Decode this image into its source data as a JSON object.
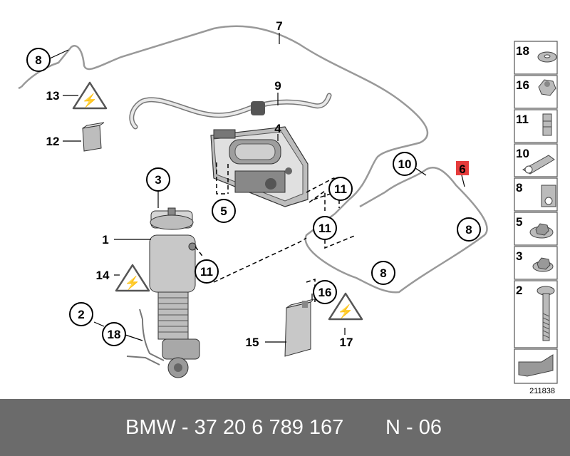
{
  "labels": {
    "l1": "1",
    "l2": "2",
    "l3": "3",
    "l4": "4",
    "l5": "5",
    "l6": "6",
    "l7": "7",
    "l8a": "8",
    "l8b": "8",
    "l8c": "8",
    "l9": "9",
    "l10": "10",
    "l11a": "11",
    "l11b": "11",
    "l11c": "11",
    "l12": "12",
    "l13": "13",
    "l14": "14",
    "l15": "15",
    "l16": "16",
    "l17": "17",
    "l18": "18"
  },
  "sidebar": {
    "items": [
      {
        "label": "18"
      },
      {
        "label": "16"
      },
      {
        "label": "11"
      },
      {
        "label": "10"
      },
      {
        "label": "8"
      },
      {
        "label": "5"
      },
      {
        "label": "3"
      },
      {
        "label": "2"
      }
    ]
  },
  "diagram_ref": "211838",
  "footer": {
    "part_number": "BMW - 37 20 6 789 167",
    "version": "N - 06"
  },
  "colors": {
    "highlight": "#e63c3c",
    "footer_bg": "#6b6b6b"
  }
}
